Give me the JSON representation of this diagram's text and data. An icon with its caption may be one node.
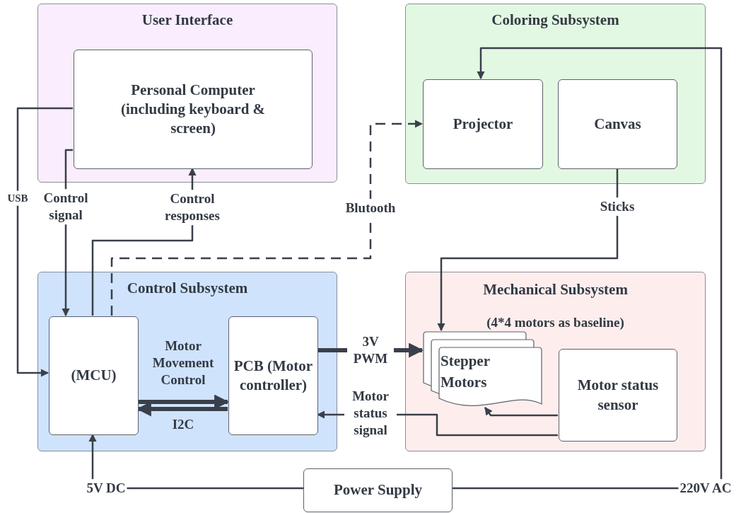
{
  "diagram": {
    "nodes": [
      {
        "text": [
          "User Interface"
        ]
      },
      {
        "text": [
          "Personal Computer (including keyboard & screen)"
        ],
        "in": 0
      },
      {
        "text": [
          "Coloring Subsystem"
        ]
      },
      {
        "text": [
          "Projector"
        ],
        "in": 2
      },
      {
        "text": [
          "Canvas"
        ],
        "in": 2
      },
      {
        "text": [
          "Control Subsystem"
        ]
      },
      {
        "text": [
          "(MCU)"
        ],
        "in": 5
      },
      {
        "text": [
          "PCB (Motor controller)"
        ],
        "in": 5
      },
      {
        "text": [
          "Mechanical Subsystem",
          "(4*4 motors as baseline)"
        ]
      },
      {
        "text": [
          "Stepper Motors"
        ],
        "in": 8
      },
      {
        "text": [
          "Motor status sensor"
        ],
        "in": 8
      },
      {
        "text": [
          "Power Supply"
        ]
      }
    ],
    "edges": [
      {
        "from": 1,
        "to": 6,
        "arrow": "to",
        "label": "USB"
      },
      {
        "from": 1,
        "to": 6,
        "arrow": "to",
        "label": "Control signal"
      },
      {
        "from": 6,
        "to": 1,
        "arrow": "to",
        "label": "Control responses"
      },
      {
        "from": 6,
        "to": 3,
        "arrow": "to",
        "label": "Blutooth",
        "style": "dashed"
      },
      {
        "from": 4,
        "to": 9,
        "arrow": "to",
        "label": "Sticks"
      },
      {
        "from": 6,
        "to": 7,
        "arrow": "to",
        "label": "Motor Movement Control",
        "style": "thick"
      },
      {
        "from": 7,
        "to": 6,
        "arrow": "to",
        "label": "I2C",
        "style": "thick"
      },
      {
        "from": 7,
        "to": 9,
        "arrow": "to",
        "label": "3V PWM",
        "style": "thick"
      },
      {
        "from": 10,
        "to": 7,
        "arrow": "to",
        "label": "Motor status signal"
      },
      {
        "from": 10,
        "to": 9,
        "arrow": "to"
      },
      {
        "from": 11,
        "to": 6,
        "arrow": "to",
        "label": "5V DC"
      },
      {
        "from": 11,
        "to": 3,
        "arrow": "to",
        "label": "220V AC"
      }
    ]
  }
}
